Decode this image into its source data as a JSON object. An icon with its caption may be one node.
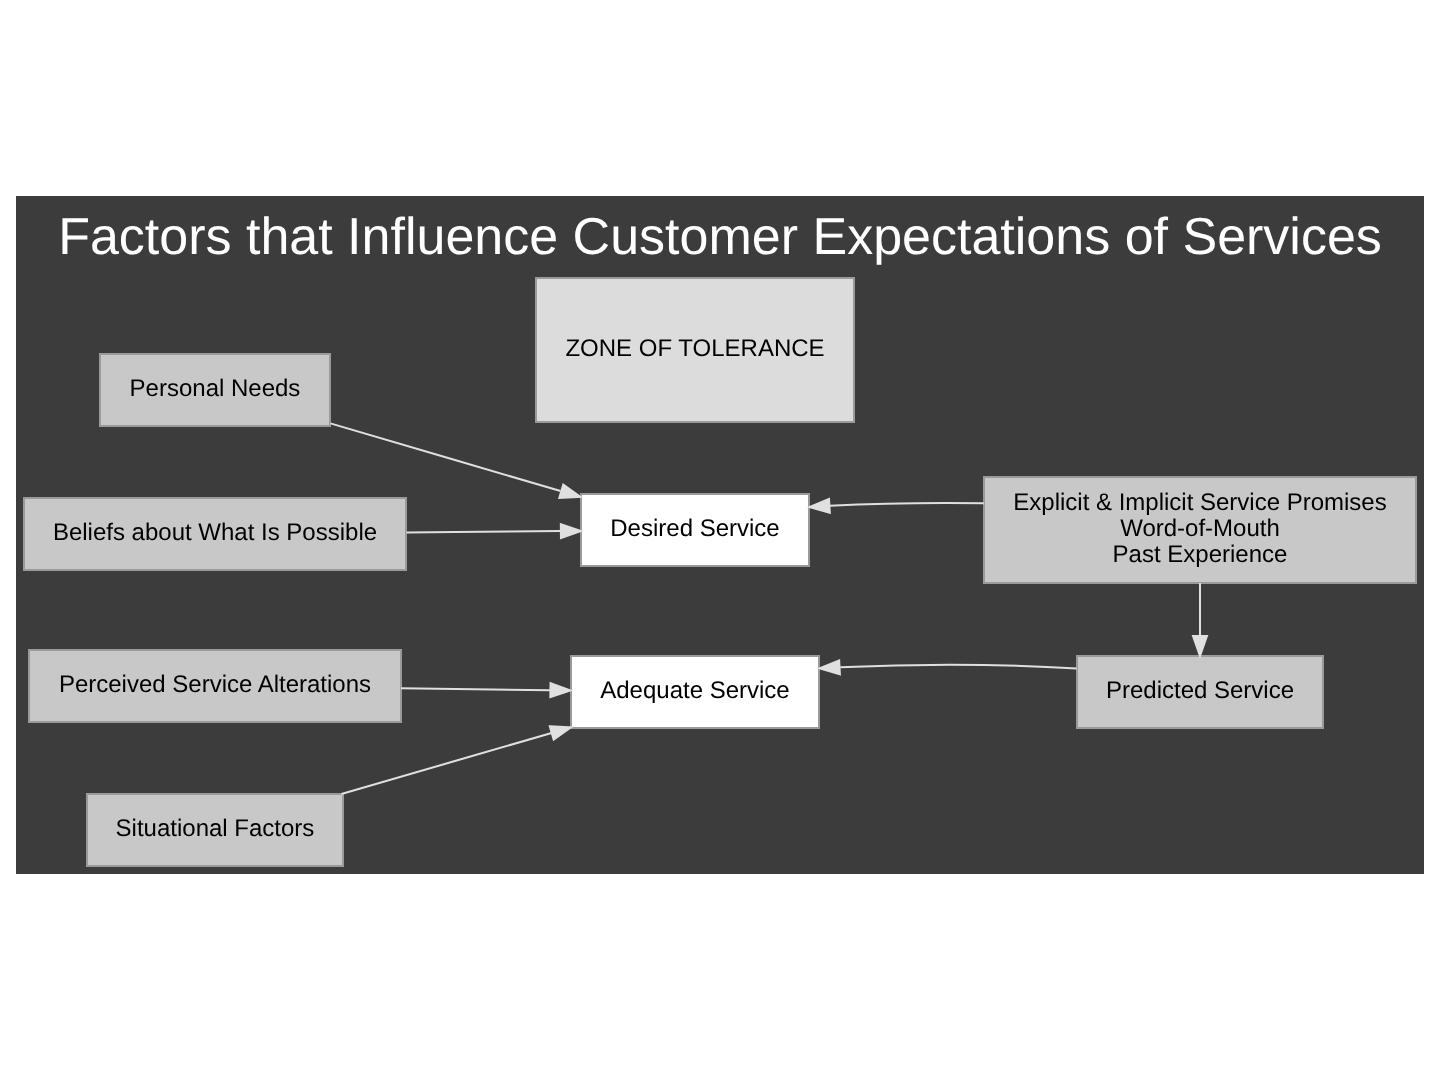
{
  "diagram": {
    "title": "Factors that Influence Customer Expectations of Services",
    "nodes": [
      {
        "text": [
          "Personal Needs"
        ]
      },
      {
        "text": [
          "Beliefs about What Is Possible"
        ]
      },
      {
        "text": [
          "Desired Service"
        ]
      },
      {
        "text": [
          "ZONE OF TOLERANCE"
        ]
      },
      {
        "text": [
          "Explicit & Implicit Service Promises",
          "Word-of-Mouth",
          "Past Experience"
        ]
      },
      {
        "text": [
          "Perceived Service Alterations"
        ]
      },
      {
        "text": [
          "Situational Factors"
        ]
      },
      {
        "text": [
          "Adequate Service"
        ]
      },
      {
        "text": [
          "Predicted Service"
        ]
      }
    ],
    "edges": [
      {
        "from": 0,
        "to": 2,
        "arrow": "to"
      },
      {
        "from": 1,
        "to": 2,
        "arrow": "to"
      },
      {
        "from": 4,
        "to": 2,
        "arrow": "to"
      },
      {
        "from": 4,
        "to": 8,
        "arrow": "to"
      },
      {
        "from": 5,
        "to": 7,
        "arrow": "to"
      },
      {
        "from": 6,
        "to": 7,
        "arrow": "to"
      },
      {
        "from": 8,
        "to": 7,
        "arrow": "to"
      }
    ]
  }
}
